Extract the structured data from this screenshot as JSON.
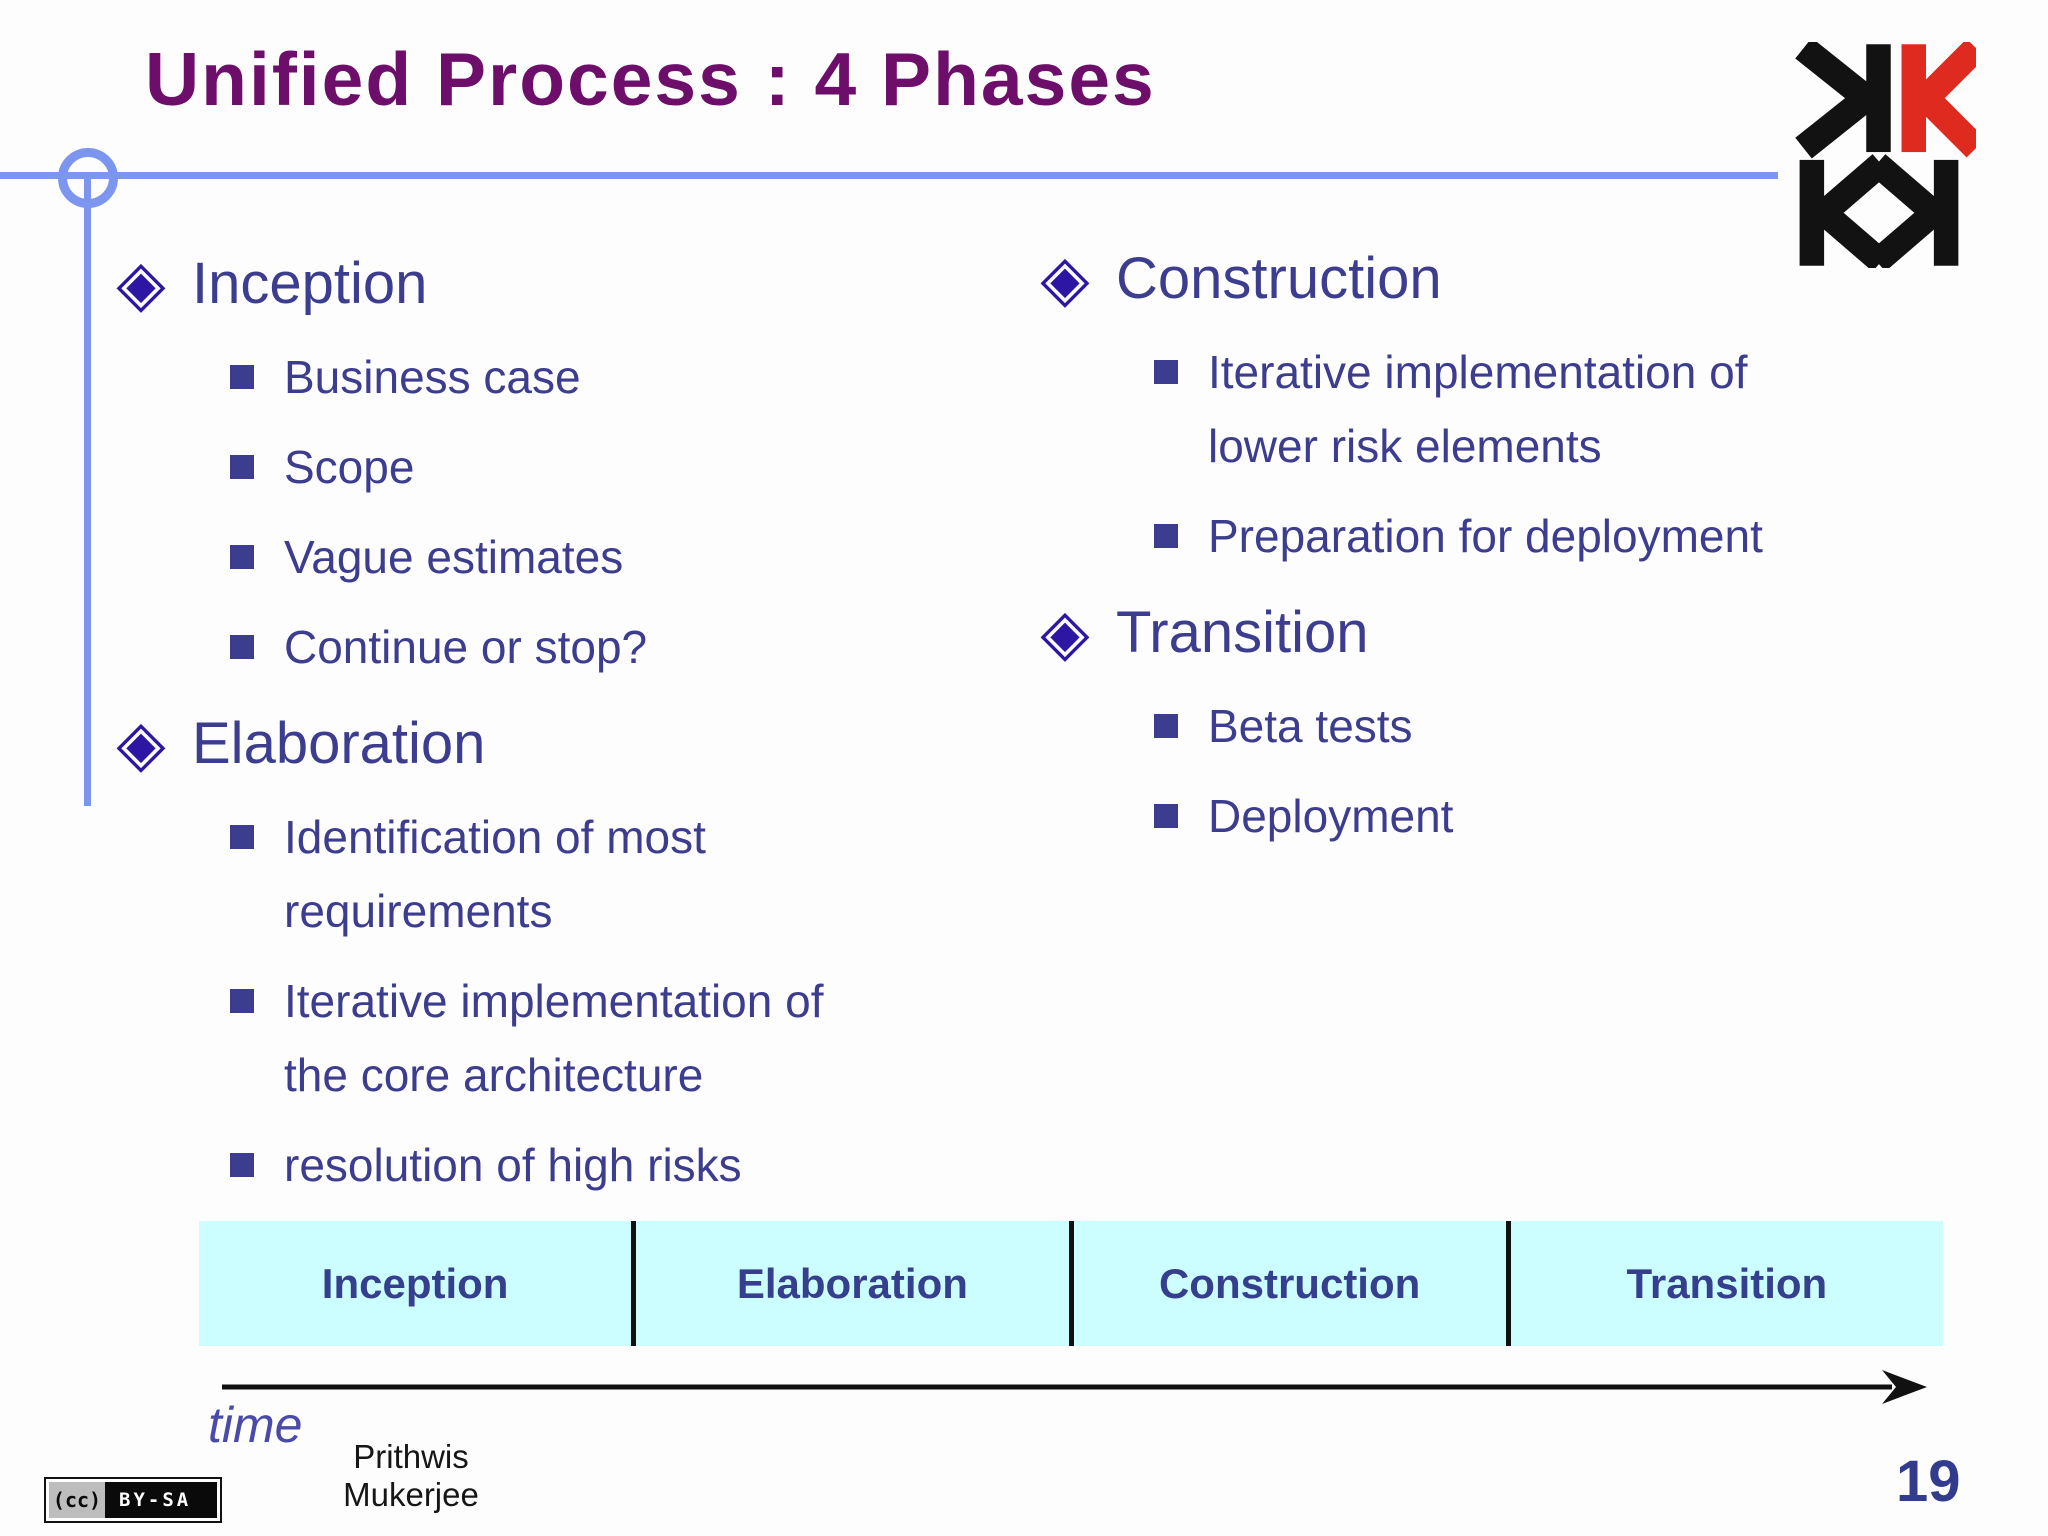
{
  "slide": {
    "title": "Unified Process : 4 Phases",
    "page_number": "19",
    "author": {
      "line1": "Prithwis",
      "line2": "Mukerjee"
    },
    "license_badge": {
      "mark": "(cc)",
      "label": "BY-SA"
    },
    "logo": "kk-monogram-logo"
  },
  "colors": {
    "title": "#6d0e6b",
    "body_text": "#3c3d8e",
    "accent_line": "#7c96f0",
    "diamond_bullet": "#2d16a3",
    "timeline_bg": "#ccfeff",
    "timeline_label": "#363f8d",
    "logo_black": "#121212",
    "logo_red": "#df2a1f"
  },
  "columns": {
    "left": {
      "sections": [
        {
          "heading": "Inception",
          "items": [
            {
              "lines": [
                "Business case"
              ]
            },
            {
              "lines": [
                "Scope"
              ]
            },
            {
              "lines": [
                "Vague estimates"
              ]
            },
            {
              "lines": [
                "Continue or stop?"
              ]
            }
          ]
        },
        {
          "heading": "Elaboration",
          "items": [
            {
              "lines": [
                "Identification of most",
                "requirements"
              ]
            },
            {
              "lines": [
                "Iterative implementation of",
                "the core architecture"
              ]
            },
            {
              "lines": [
                "resolution of high risks"
              ]
            }
          ]
        }
      ]
    },
    "right": {
      "sections": [
        {
          "heading": "Construction",
          "items": [
            {
              "lines": [
                "Iterative implementation of",
                "lower risk elements"
              ]
            },
            {
              "lines": [
                "Preparation for deployment"
              ]
            }
          ]
        },
        {
          "heading": "Transition",
          "items": [
            {
              "lines": [
                "Beta tests"
              ]
            },
            {
              "lines": [
                "Deployment"
              ]
            }
          ]
        }
      ]
    }
  },
  "timeline": {
    "phases": [
      "Inception",
      "Elaboration",
      "Construction",
      "Transition"
    ],
    "axis_label": "time"
  }
}
